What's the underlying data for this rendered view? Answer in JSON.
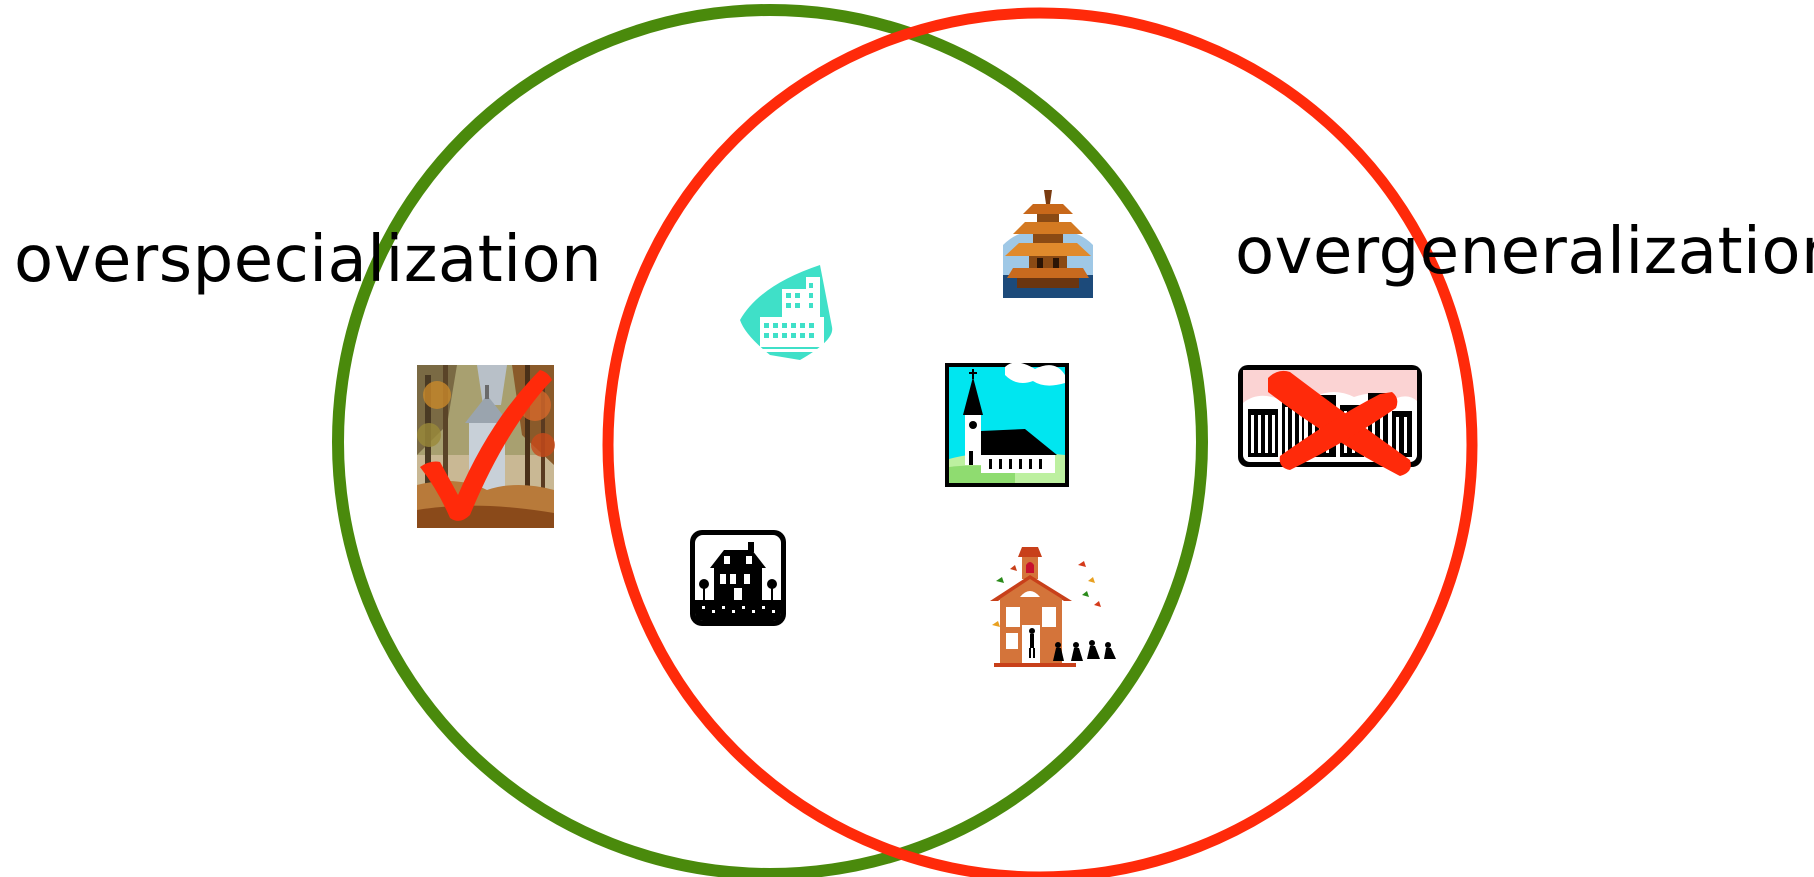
{
  "labels": {
    "left": "overspecialization",
    "right": "overgeneralization"
  },
  "colors": {
    "green_circle": "#4a8a0c",
    "red_circle": "#ff2a0a",
    "check_mark": "#ff2a0a",
    "cross_mark": "#ff2a0a",
    "background": "#ffffff"
  },
  "items": [
    {
      "name": "autumn-church-painting-icon",
      "region": "green-only",
      "mark": "check"
    },
    {
      "name": "teal-office-building-icon",
      "region": "overlap"
    },
    {
      "name": "pagoda-temple-icon",
      "region": "overlap"
    },
    {
      "name": "country-church-icon",
      "region": "overlap"
    },
    {
      "name": "black-house-icon",
      "region": "overlap"
    },
    {
      "name": "schoolhouse-children-icon",
      "region": "overlap"
    },
    {
      "name": "city-skyline-icon",
      "region": "red-only",
      "mark": "cross"
    }
  ]
}
